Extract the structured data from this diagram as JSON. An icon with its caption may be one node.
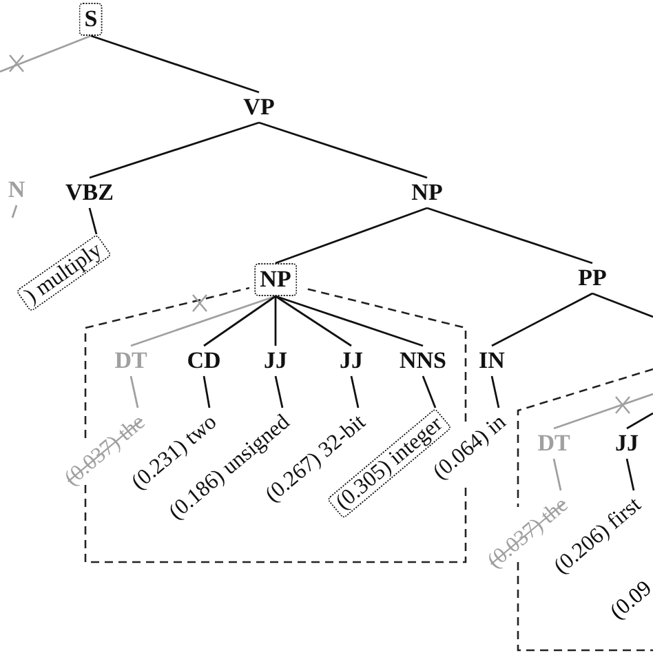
{
  "diagram": {
    "nodes": [
      {
        "text": [
          "S"
        ]
      },
      {
        "text": [
          "VP"
        ]
      },
      {
        "text": [
          "N"
        ]
      },
      {
        "text": [
          "VBZ"
        ]
      },
      {
        "text": [
          "NP"
        ]
      },
      {
        "text": [
          ") multiply"
        ]
      },
      {
        "text": [
          "NP"
        ]
      },
      {
        "text": [
          "PP"
        ]
      },
      {
        "text": [
          "DT"
        ]
      },
      {
        "text": [
          "CD"
        ]
      },
      {
        "text": [
          "JJ"
        ]
      },
      {
        "text": [
          "JJ"
        ]
      },
      {
        "text": [
          "NNS"
        ]
      },
      {
        "text": [
          "IN"
        ]
      },
      {
        "text": [
          "(0.037) the"
        ]
      },
      {
        "text": [
          "(0.231) two"
        ]
      },
      {
        "text": [
          "(0.186) unsigned"
        ]
      },
      {
        "text": [
          "(0.267) 32-bit"
        ]
      },
      {
        "text": [
          "(0.305) integer"
        ]
      },
      {
        "text": [
          "(0.064) in"
        ]
      },
      {
        "text": [
          "DT"
        ]
      },
      {
        "text": [
          "JJ"
        ]
      },
      {
        "text": [
          "(0.037) the"
        ]
      },
      {
        "text": [
          "(0.206) first"
        ]
      }
    ],
    "edges": [
      {
        "from": 0,
        "to": 1,
        "arrow": "none"
      },
      {
        "from": 0,
        "to": null,
        "arrow": "none",
        "color": "#a0a0a0"
      },
      {
        "from": 1,
        "to": 3,
        "arrow": "none"
      },
      {
        "from": 1,
        "to": 4,
        "arrow": "none"
      },
      {
        "from": 3,
        "to": 5,
        "arrow": "none"
      },
      {
        "from": 4,
        "to": 6,
        "arrow": "none"
      },
      {
        "from": 4,
        "to": 7,
        "arrow": "none"
      },
      {
        "from": 6,
        "to": 8,
        "arrow": "none",
        "color": "#a0a0a0"
      },
      {
        "from": 6,
        "to": 9,
        "arrow": "none"
      },
      {
        "from": 6,
        "to": 10,
        "arrow": "none"
      },
      {
        "from": 6,
        "to": 11,
        "arrow": "none"
      },
      {
        "from": 6,
        "to": 12,
        "arrow": "none"
      },
      {
        "from": 8,
        "to": 14,
        "arrow": "none",
        "color": "#a0a0a0"
      },
      {
        "from": 9,
        "to": 15,
        "arrow": "none"
      },
      {
        "from": 10,
        "to": 16,
        "arrow": "none"
      },
      {
        "from": 11,
        "to": 17,
        "arrow": "none"
      },
      {
        "from": 12,
        "to": 18,
        "arrow": "none"
      },
      {
        "from": 7,
        "to": 13,
        "arrow": "none"
      },
      {
        "from": 13,
        "to": 19,
        "arrow": "none"
      },
      {
        "from": 7,
        "to": null,
        "arrow": "none"
      },
      {
        "from": null,
        "to": 20,
        "arrow": "none",
        "color": "#a0a0a0"
      },
      {
        "from": null,
        "to": 21,
        "arrow": "none"
      },
      {
        "from": 20,
        "to": 22,
        "arrow": "none",
        "color": "#a0a0a0"
      },
      {
        "from": 21,
        "to": 23,
        "arrow": "none"
      },
      {
        "from": 2,
        "to": null,
        "arrow": "none",
        "color": "#a0a0a0"
      }
    ],
    "labels": [
      "(0.09"
    ]
  }
}
